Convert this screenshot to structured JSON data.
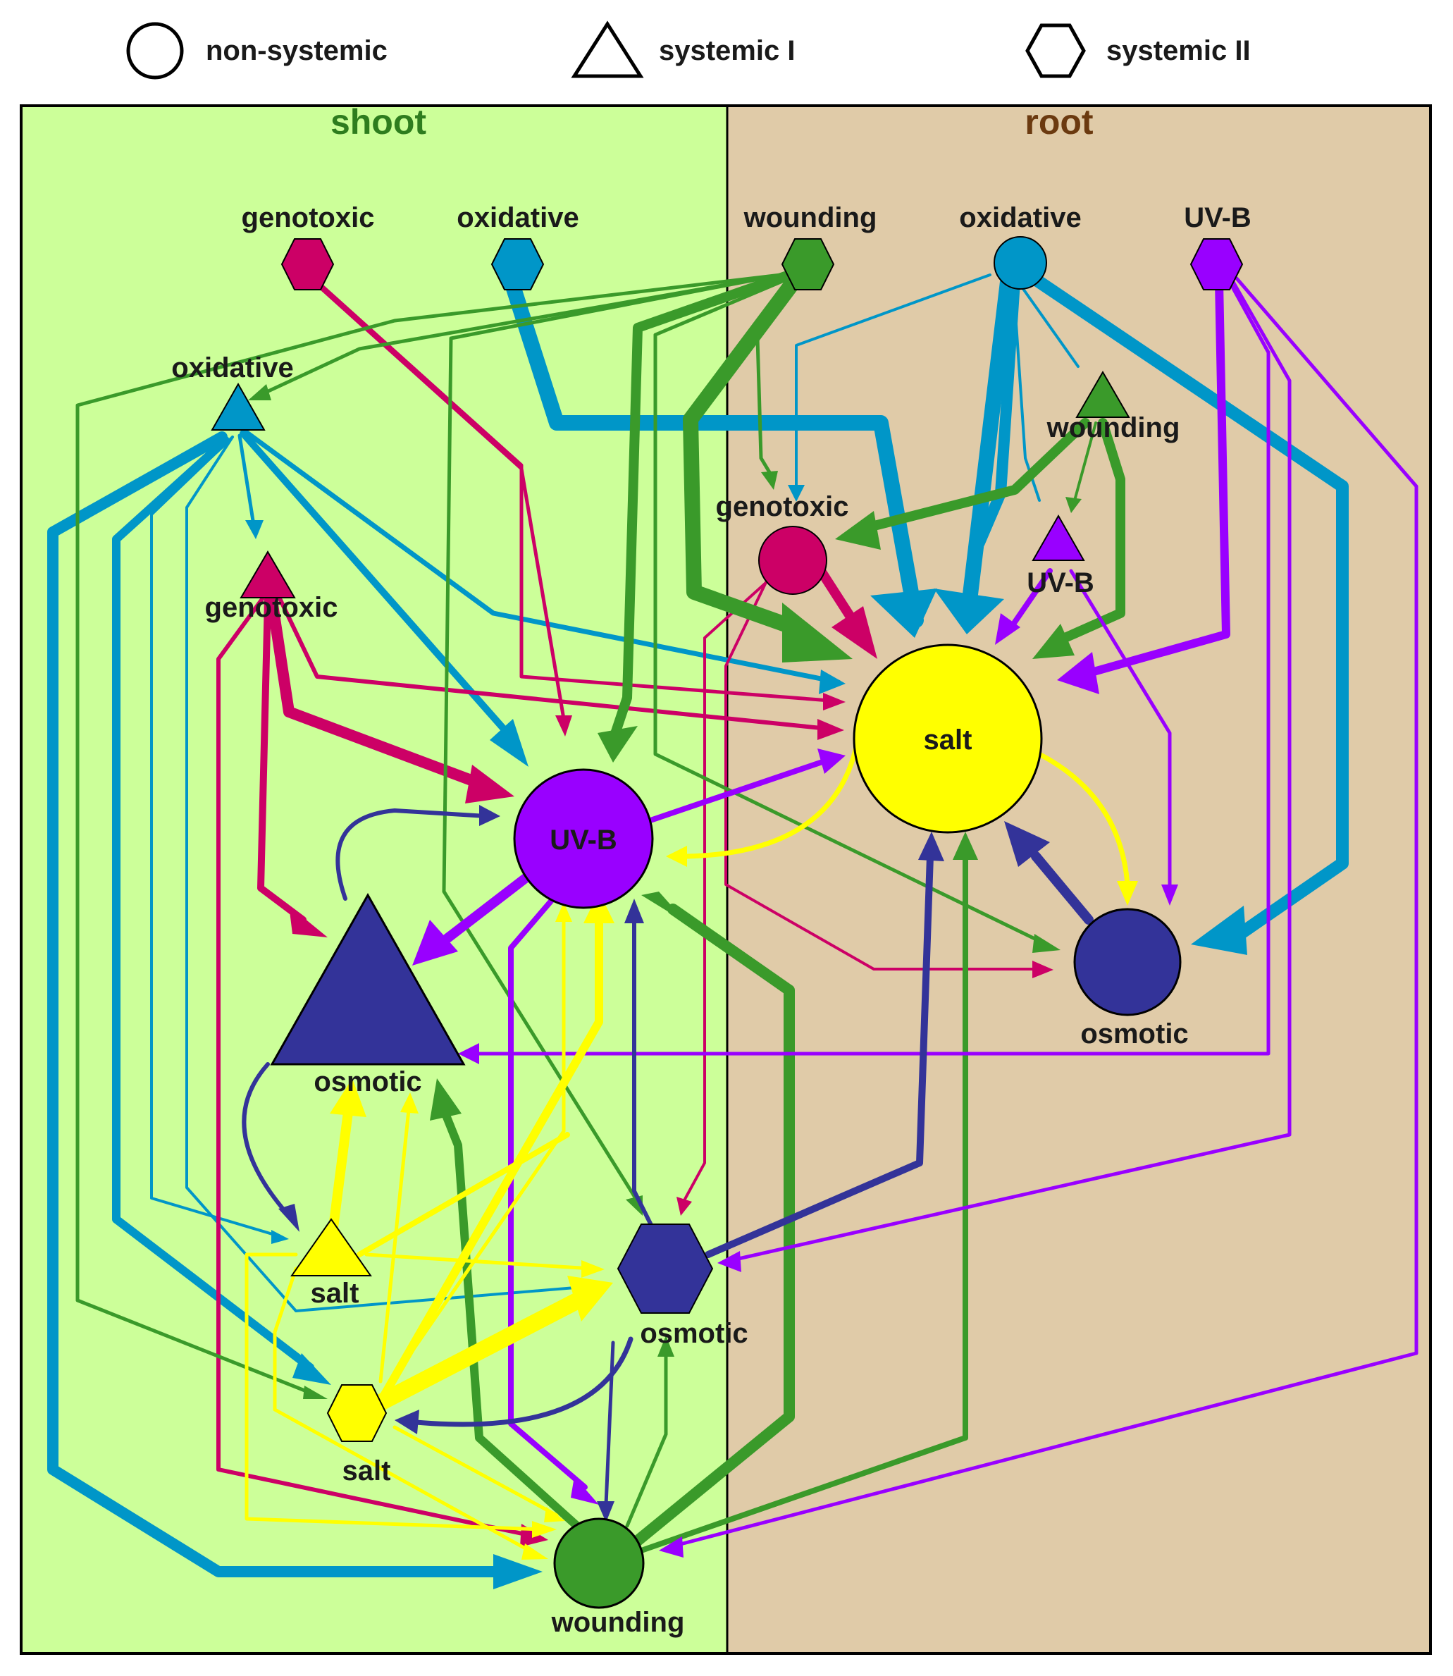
{
  "legend": [
    {
      "shape": "circle",
      "label": "non-systemic"
    },
    {
      "shape": "triangle",
      "label": "systemic I"
    },
    {
      "shape": "hexagon",
      "label": "systemic II"
    }
  ],
  "regions": {
    "shoot": {
      "label": "shoot",
      "background": "#ccff99",
      "title_color": "#2e7d1e"
    },
    "root": {
      "label": "root",
      "background": "#e0cba8",
      "title_color": "#6b3a10"
    }
  },
  "colors": {
    "oxidative": "#0096c8",
    "genotoxic": "#cc0066",
    "wounding": "#3a9a2a",
    "uvb": "#9900ff",
    "salt": "#ffff00",
    "osmotic": "#333399"
  },
  "nodes": [
    {
      "id": "shoot_genotoxic_hex",
      "label": "genotoxic",
      "region": "shoot",
      "shape": "hexagon",
      "stress": "genotoxic"
    },
    {
      "id": "shoot_oxidative_hex",
      "label": "oxidative",
      "region": "shoot",
      "shape": "hexagon",
      "stress": "oxidative"
    },
    {
      "id": "root_wounding_hex",
      "label": "wounding",
      "region": "root",
      "shape": "hexagon",
      "stress": "wounding"
    },
    {
      "id": "root_oxidative_circle",
      "label": "oxidative",
      "region": "root",
      "shape": "circle",
      "stress": "oxidative"
    },
    {
      "id": "root_uvb_hex",
      "label": "UV-B",
      "region": "root",
      "shape": "hexagon",
      "stress": "uvb"
    },
    {
      "id": "shoot_oxidative_tri",
      "label": "oxidative",
      "region": "shoot",
      "shape": "triangle",
      "stress": "oxidative"
    },
    {
      "id": "root_wounding_tri",
      "label": "wounding",
      "region": "root",
      "shape": "triangle",
      "stress": "wounding"
    },
    {
      "id": "root_genotoxic_circle",
      "label": "genotoxic",
      "region": "root",
      "shape": "circle",
      "stress": "genotoxic"
    },
    {
      "id": "root_uvb_tri",
      "label": "UV-B",
      "region": "root",
      "shape": "triangle",
      "stress": "uvb"
    },
    {
      "id": "shoot_genotoxic_tri",
      "label": "genotoxic",
      "region": "shoot",
      "shape": "triangle",
      "stress": "genotoxic"
    },
    {
      "id": "root_salt_circle",
      "label": "salt",
      "region": "root",
      "shape": "circle",
      "stress": "salt"
    },
    {
      "id": "shoot_uvb_circle",
      "label": "UV-B",
      "region": "shoot",
      "shape": "circle",
      "stress": "uvb"
    },
    {
      "id": "root_osmotic_circle",
      "label": "osmotic",
      "region": "root",
      "shape": "circle",
      "stress": "osmotic"
    },
    {
      "id": "shoot_osmotic_tri",
      "label": "osmotic",
      "region": "shoot",
      "shape": "triangle",
      "stress": "osmotic"
    },
    {
      "id": "shoot_salt_tri",
      "label": "salt",
      "region": "shoot",
      "shape": "triangle",
      "stress": "salt"
    },
    {
      "id": "shoot_osmotic_hex",
      "label": "osmotic",
      "region": "shoot",
      "shape": "hexagon",
      "stress": "osmotic"
    },
    {
      "id": "shoot_salt_hex",
      "label": "salt",
      "region": "shoot",
      "shape": "hexagon",
      "stress": "salt"
    },
    {
      "id": "shoot_wounding_circle",
      "label": "wounding",
      "region": "shoot",
      "shape": "circle",
      "stress": "wounding"
    }
  ],
  "edges": [
    {
      "from": "root_oxidative_circle",
      "to": "root_salt_circle",
      "stress": "oxidative",
      "weight": 4
    },
    {
      "from": "shoot_oxidative_hex",
      "to": "root_salt_circle",
      "stress": "oxidative",
      "weight": 4
    },
    {
      "from": "root_wounding_hex",
      "to": "root_salt_circle",
      "stress": "wounding",
      "weight": 4
    },
    {
      "from": "root_genotoxic_circle",
      "to": "root_salt_circle",
      "stress": "genotoxic",
      "weight": 3
    },
    {
      "from": "root_uvb_hex",
      "to": "root_salt_circle",
      "stress": "uvb",
      "weight": 3
    },
    {
      "from": "root_wounding_tri",
      "to": "root_salt_circle",
      "stress": "wounding",
      "weight": 3
    },
    {
      "from": "root_wounding_tri",
      "to": "root_genotoxic_circle",
      "stress": "wounding",
      "weight": 3
    },
    {
      "from": "root_uvb_tri",
      "to": "root_salt_circle",
      "stress": "uvb",
      "weight": 1
    },
    {
      "from": "root_oxidative_circle",
      "to": "root_osmotic_circle",
      "stress": "oxidative",
      "weight": 4
    },
    {
      "from": "root_osmotic_circle",
      "to": "root_salt_circle",
      "stress": "osmotic",
      "weight": 3
    },
    {
      "from": "shoot_genotoxic_tri",
      "to": "shoot_uvb_circle",
      "stress": "genotoxic",
      "weight": 3
    },
    {
      "from": "shoot_oxidative_tri",
      "to": "shoot_wounding_circle",
      "stress": "oxidative",
      "weight": 3
    },
    {
      "from": "shoot_oxidative_tri",
      "to": "shoot_uvb_circle",
      "stress": "oxidative",
      "weight": 2
    },
    {
      "from": "shoot_uvb_circle",
      "to": "shoot_osmotic_tri",
      "stress": "uvb",
      "weight": 3
    },
    {
      "from": "shoot_salt_hex",
      "to": "shoot_osmotic_hex",
      "stress": "salt",
      "weight": 4
    },
    {
      "from": "shoot_salt_tri",
      "to": "shoot_osmotic_tri",
      "stress": "salt",
      "weight": 3
    },
    {
      "from": "shoot_osmotic_hex",
      "to": "root_salt_circle",
      "stress": "osmotic",
      "weight": 2
    },
    {
      "from": "shoot_wounding_circle",
      "to": "shoot_uvb_circle",
      "stress": "wounding",
      "weight": 3
    },
    {
      "from": "shoot_wounding_circle",
      "to": "root_salt_circle",
      "stress": "wounding",
      "weight": 2
    },
    {
      "from": "shoot_wounding_circle",
      "to": "shoot_osmotic_tri",
      "stress": "wounding",
      "weight": 2
    },
    {
      "from": "root_wounding_hex",
      "to": "shoot_uvb_circle",
      "stress": "wounding",
      "weight": 2
    },
    {
      "from": "root_uvb_hex",
      "to": "shoot_osmotic_tri",
      "stress": "uvb",
      "weight": 1
    },
    {
      "from": "root_uvb_hex",
      "to": "shoot_osmotic_hex",
      "stress": "uvb",
      "weight": 1
    },
    {
      "from": "root_uvb_hex",
      "to": "shoot_wounding_circle",
      "stress": "uvb",
      "weight": 1
    }
  ]
}
